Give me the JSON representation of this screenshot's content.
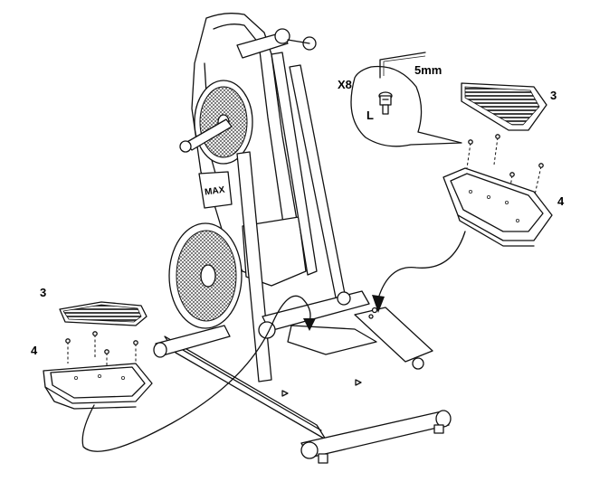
{
  "labels": {
    "qty": "X8",
    "wrench_size": "5mm",
    "bolt_type": "L",
    "pedal_cover_right_id": "3",
    "pedal_tray_right_id": "4",
    "pedal_cover_left_id": "3",
    "pedal_tray_left_id": "4",
    "brand_logo": "MAX"
  }
}
